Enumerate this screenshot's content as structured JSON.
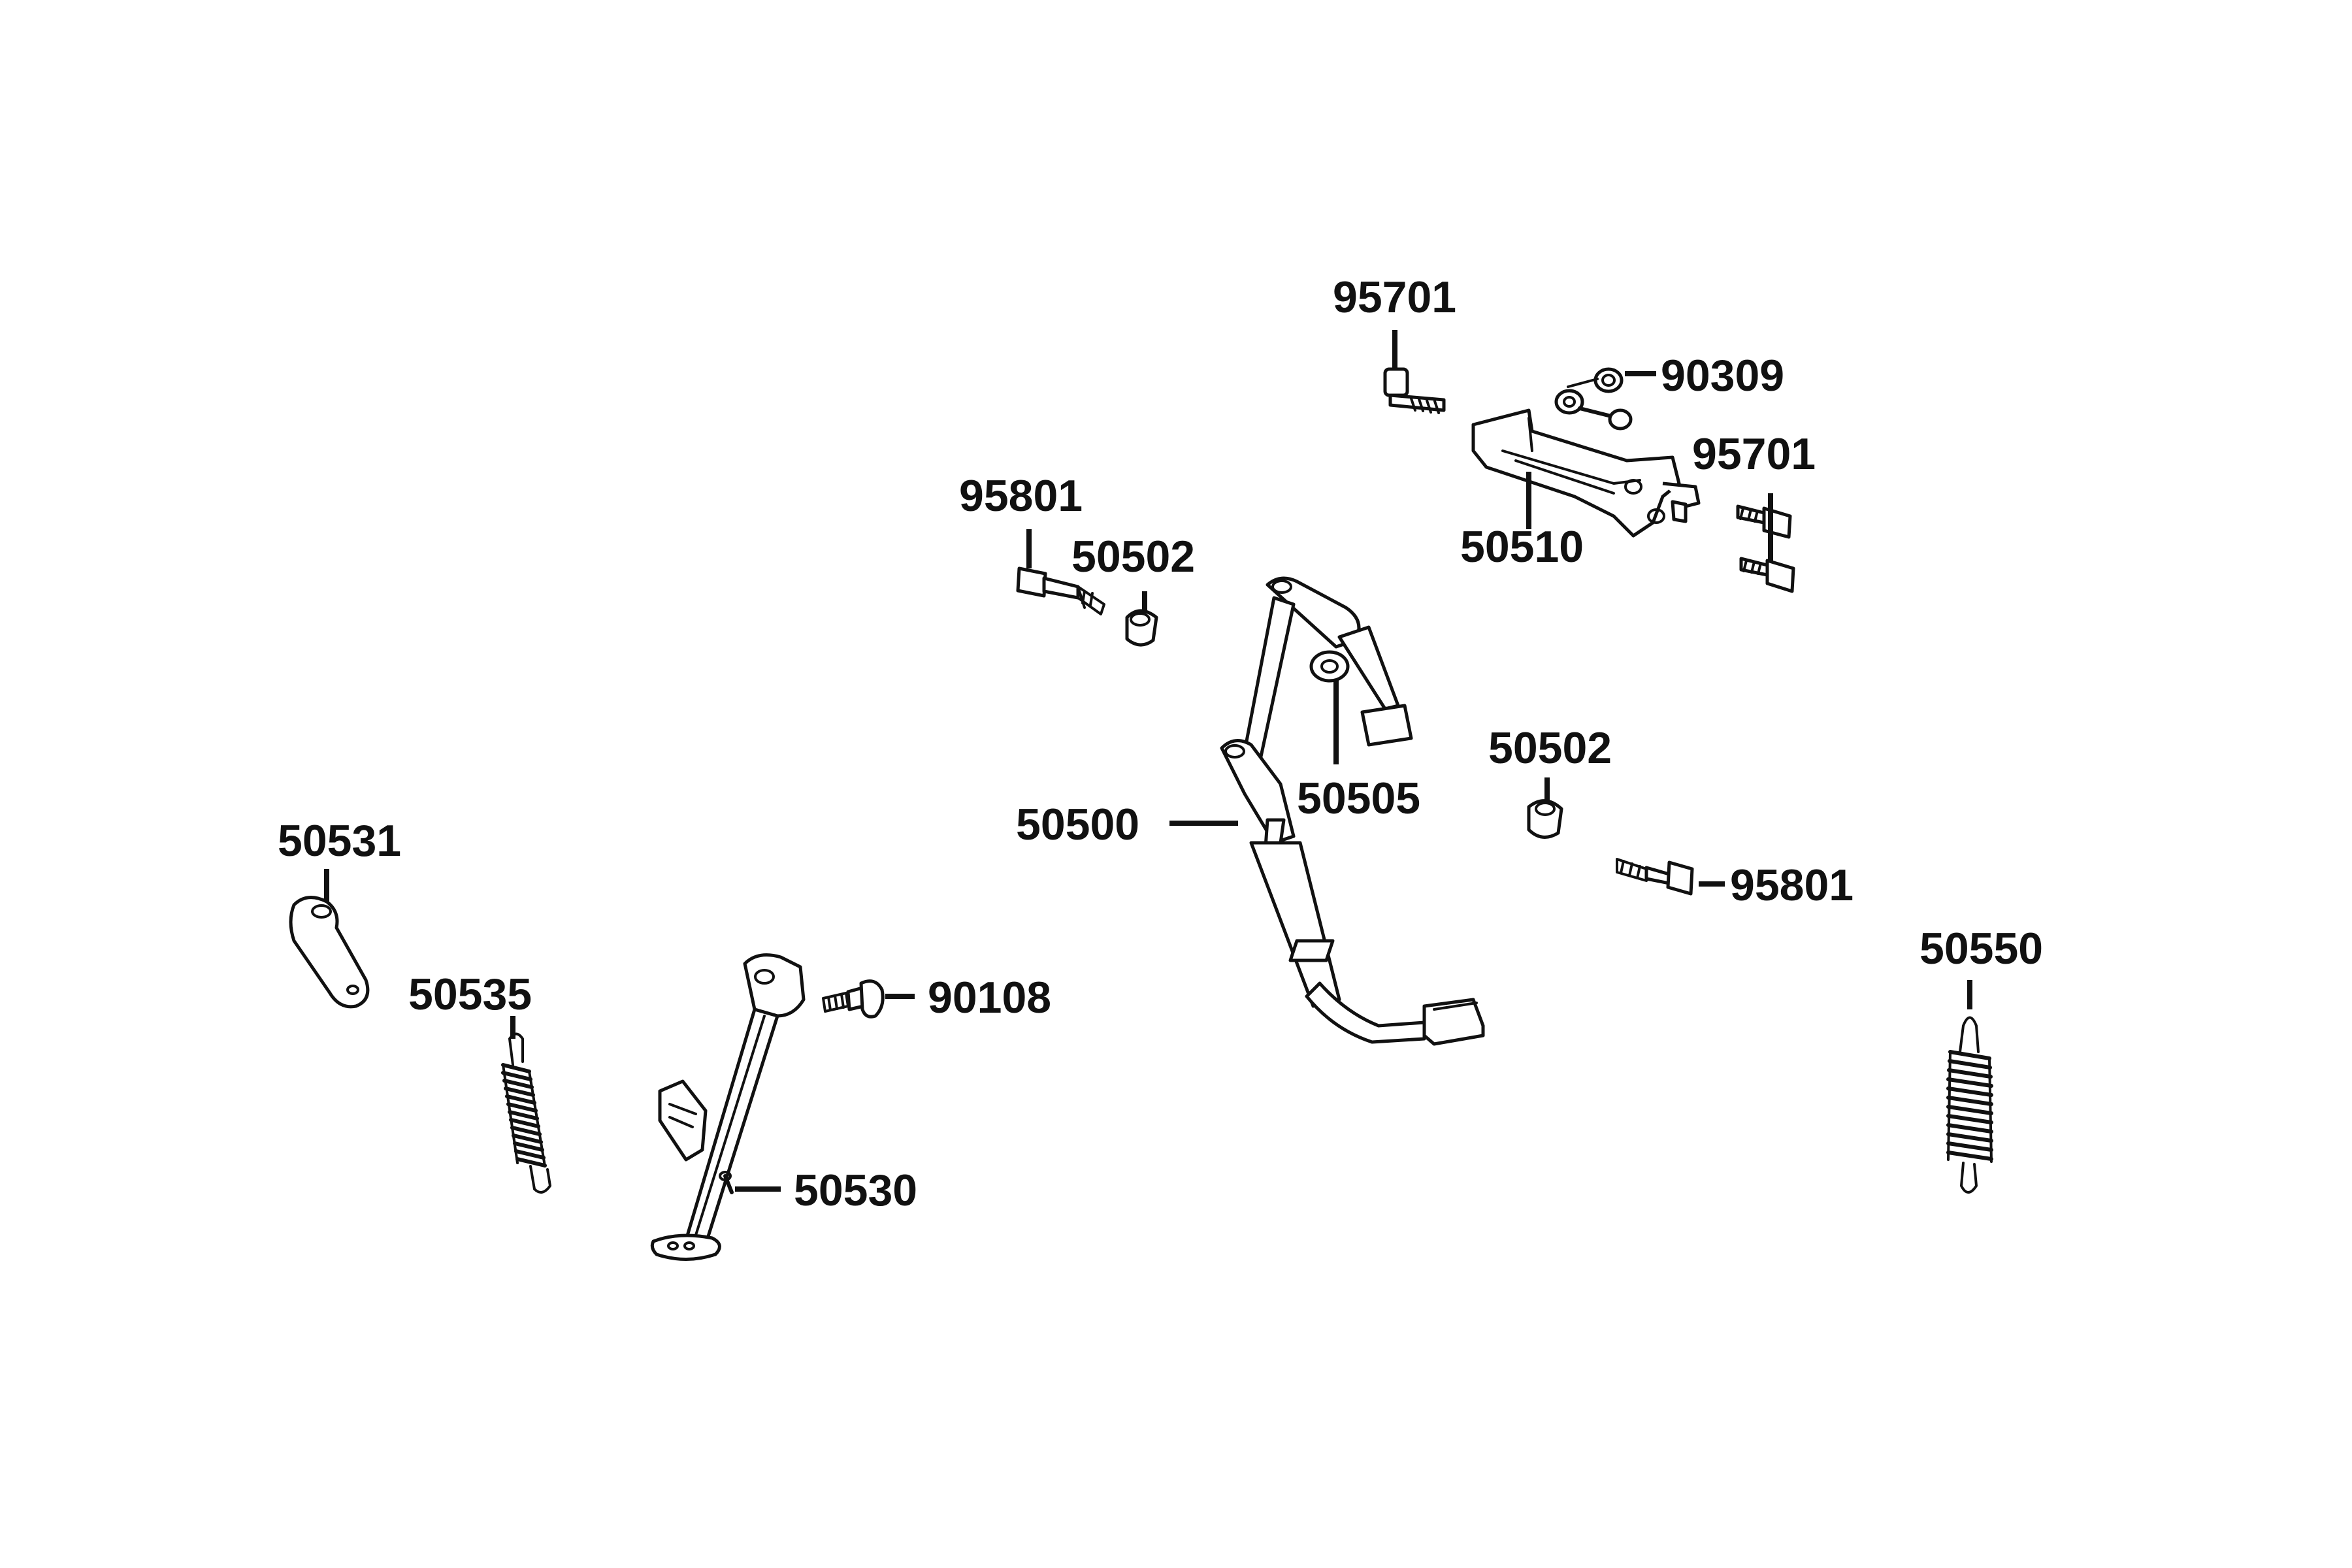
{
  "diagram": {
    "type": "exploded-parts-view",
    "parts": [
      {
        "id": "p95701a",
        "number": "95701",
        "item": "bolt"
      },
      {
        "id": "p90309",
        "number": "90309",
        "item": "nut-and-washer"
      },
      {
        "id": "p95701b",
        "number": "95701",
        "item": "bolt-pair"
      },
      {
        "id": "p50510",
        "number": "50510",
        "item": "stand-bracket"
      },
      {
        "id": "p95801a",
        "number": "95801",
        "item": "bolt"
      },
      {
        "id": "p50502a",
        "number": "50502",
        "item": "collar-nut"
      },
      {
        "id": "p50505",
        "number": "50505",
        "item": "pivot-shaft"
      },
      {
        "id": "p50500",
        "number": "50500",
        "item": "main-stand"
      },
      {
        "id": "p50502b",
        "number": "50502",
        "item": "collar-nut"
      },
      {
        "id": "p95801b",
        "number": "95801",
        "item": "bolt"
      },
      {
        "id": "p50531",
        "number": "50531",
        "item": "plate"
      },
      {
        "id": "p50535",
        "number": "50535",
        "item": "side-stand-spring"
      },
      {
        "id": "p90108",
        "number": "90108",
        "item": "pivot-bolt"
      },
      {
        "id": "p50530",
        "number": "50530",
        "item": "side-stand"
      },
      {
        "id": "p50550",
        "number": "50550",
        "item": "main-stand-spring"
      }
    ]
  }
}
